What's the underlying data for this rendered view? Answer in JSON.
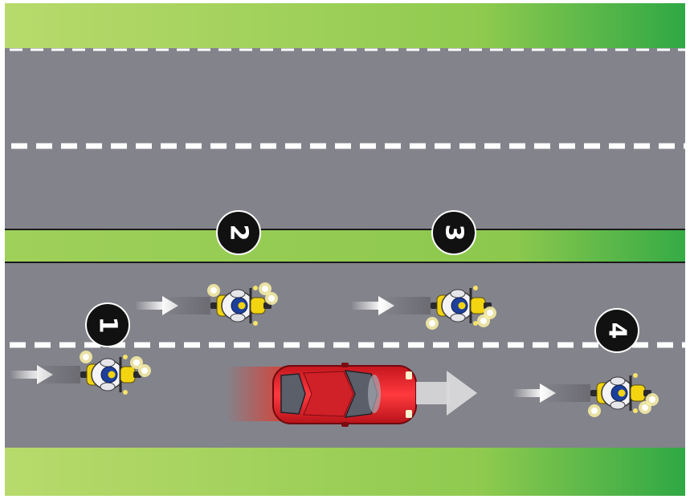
{
  "diagram": {
    "markers": [
      {
        "id": "step-1",
        "label": "1"
      },
      {
        "id": "step-2",
        "label": "2"
      },
      {
        "id": "step-3",
        "label": "3"
      },
      {
        "id": "step-4",
        "label": "4"
      }
    ],
    "colors": {
      "grass_light": "#b6d96a",
      "grass_dark": "#3aae46",
      "road": "#83838b",
      "lane_marking": "#ffffff",
      "median_line": "#1a1a1a",
      "marker_fill": "#111111",
      "car": "#e0202a",
      "motorcycle_accent": "#f2d411"
    },
    "icons": [
      "motorcycle-icon",
      "car-icon",
      "direction-arrow-icon",
      "step-marker-icon"
    ]
  }
}
